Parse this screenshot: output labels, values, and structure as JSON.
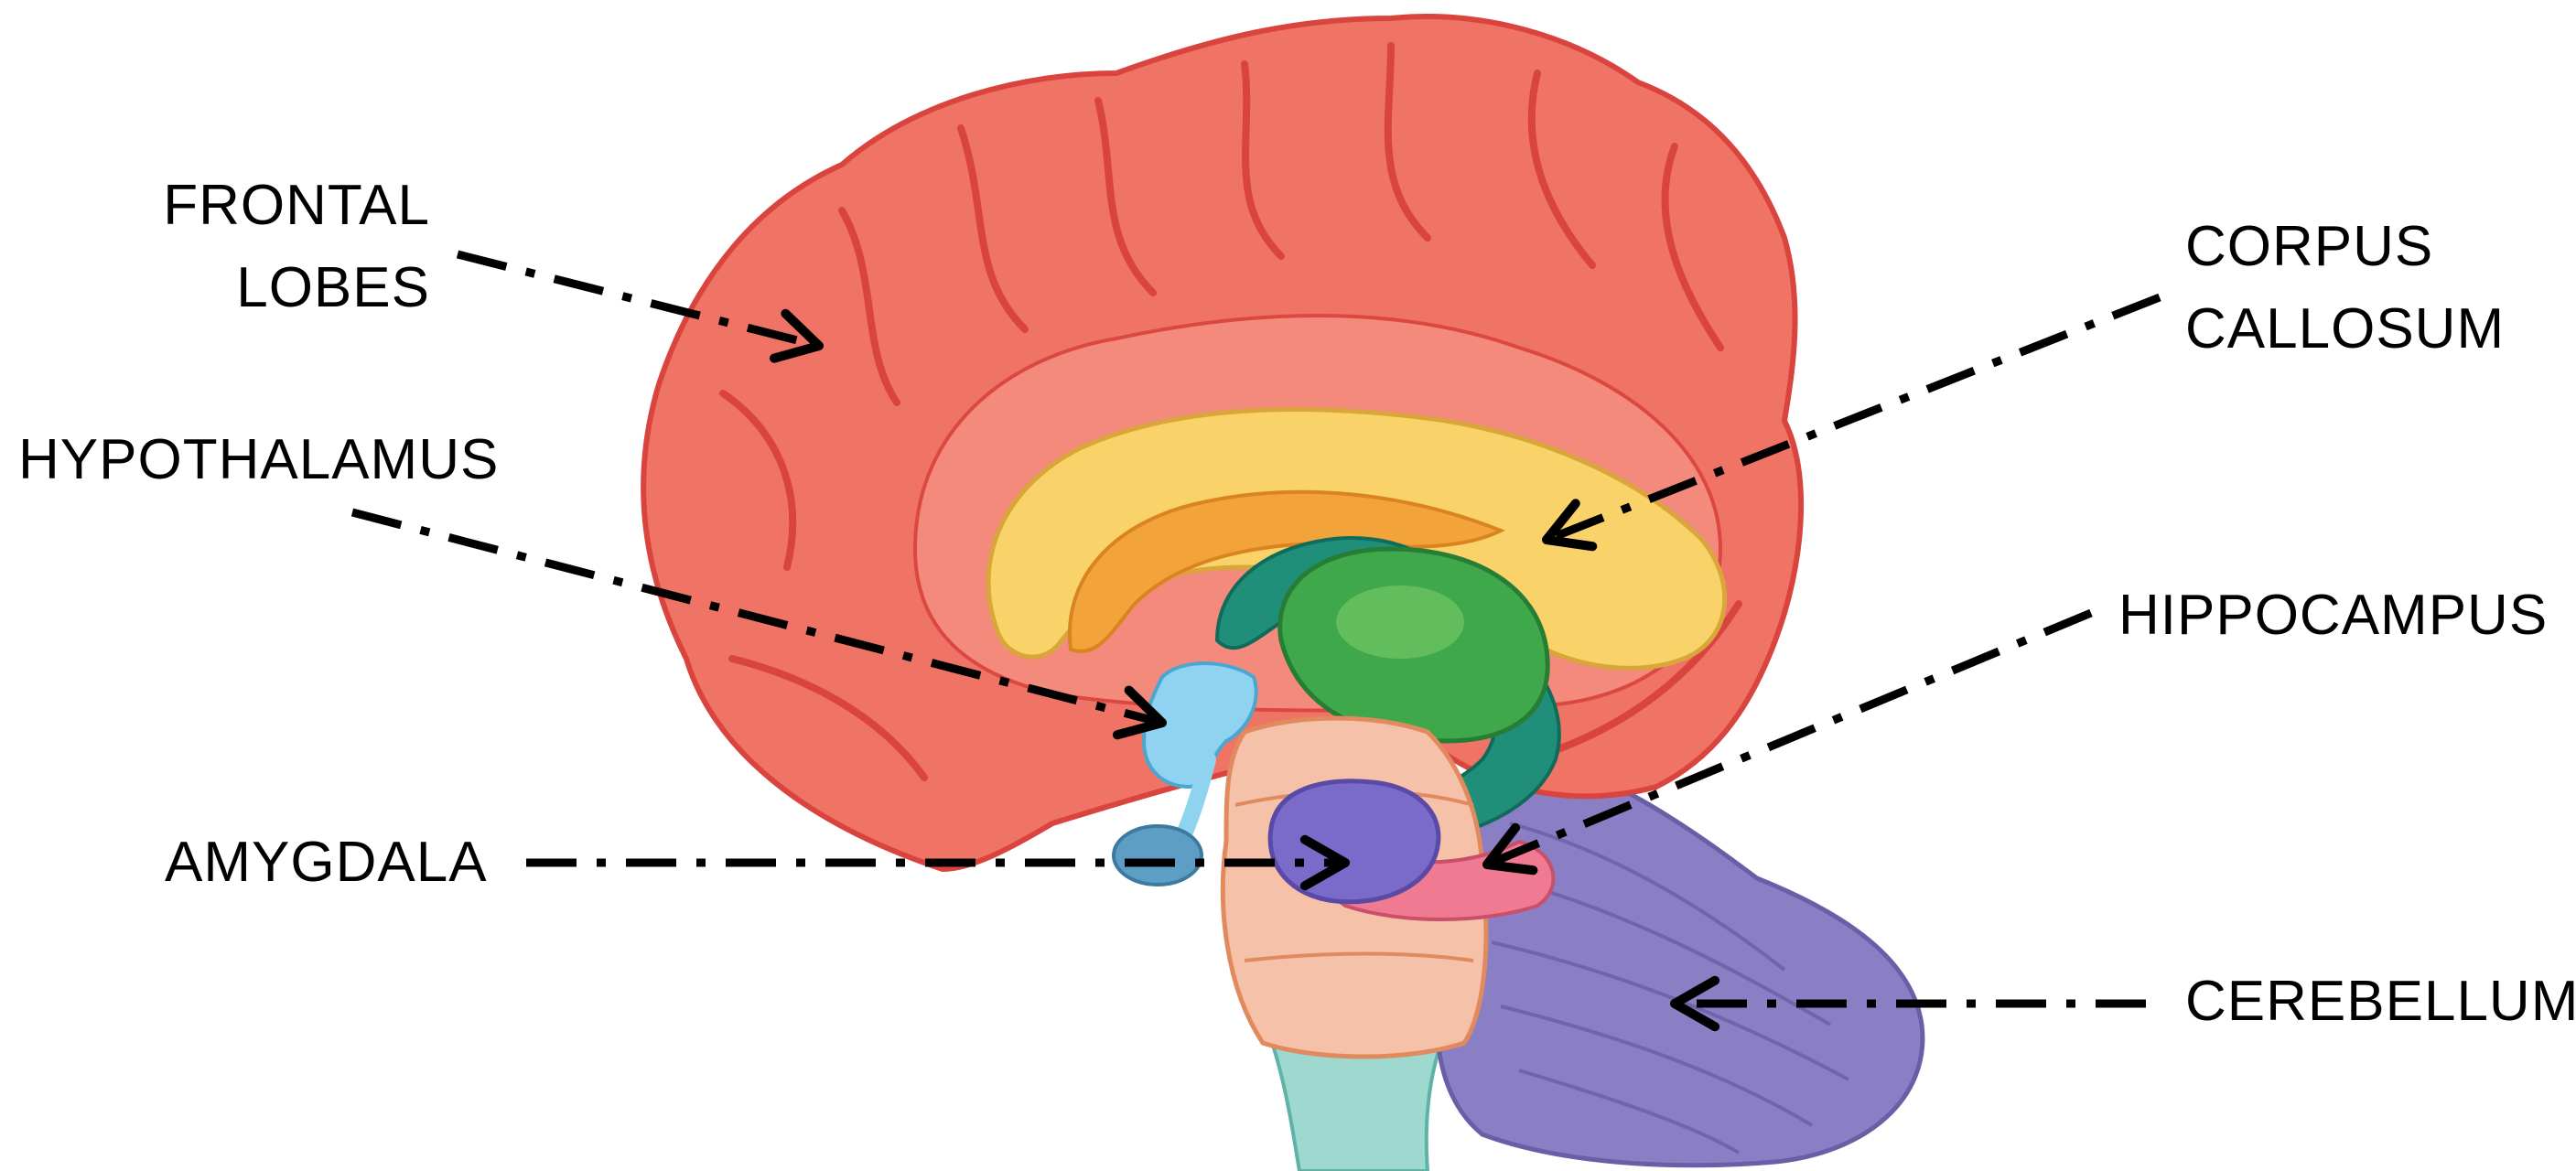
{
  "labels": {
    "frontal": [
      "FRONTAL",
      "LOBES"
    ],
    "hypothalamus": "HYPOTHALAMUS",
    "amygdala": "AMYGDALA",
    "corpus": [
      "CORPUS",
      "CALLOSUM"
    ],
    "hippocampus": "HIPPOCAMPUS",
    "cerebellum": "CEREBELLUM"
  },
  "colors": {
    "cerebrum": "#ef7466",
    "cerebrum_dark": "#d9443e",
    "corpus_callosum": "#f9d36a",
    "fornix": "#f2a33a",
    "thalamus": "#3ea84a",
    "hippocampus": "#1f8f7a",
    "hypothalamus": "#8fd3f0",
    "pituitary": "#5f9ec4",
    "brainstem": "#f6c1a9",
    "amygdala": "#7a6ac9",
    "cerebellum": "#8a7fc4",
    "spinal_cord": "#9ed8cf",
    "arrow": "#000000"
  }
}
